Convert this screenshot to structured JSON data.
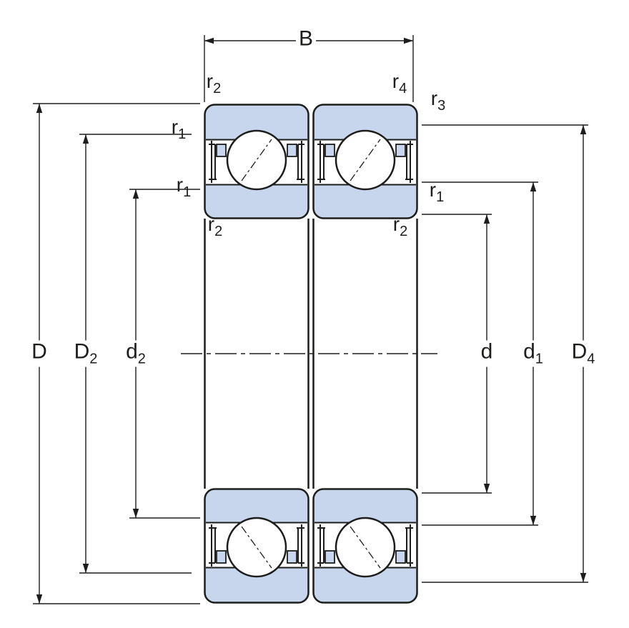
{
  "figure": {
    "kind": "technical-drawing",
    "subject": "double-row-bearing-cross-section"
  },
  "colors": {
    "background": "#ffffff",
    "line": "#1d1d1b",
    "ring_fill": "#c7d6ec",
    "ball_fill": "#ffffff"
  },
  "labels": {
    "B": {
      "text": "B",
      "sub": ""
    },
    "D": {
      "text": "D",
      "sub": ""
    },
    "D2": {
      "text": "D",
      "sub": "2"
    },
    "d2": {
      "text": "d",
      "sub": "2"
    },
    "d": {
      "text": "d",
      "sub": ""
    },
    "d1": {
      "text": "d",
      "sub": "1"
    },
    "D4": {
      "text": "D",
      "sub": "4"
    },
    "r1": {
      "text": "r",
      "sub": "1"
    },
    "r2": {
      "text": "r",
      "sub": "2"
    },
    "r3": {
      "text": "r",
      "sub": "3"
    },
    "r4": {
      "text": "r",
      "sub": "4"
    }
  }
}
